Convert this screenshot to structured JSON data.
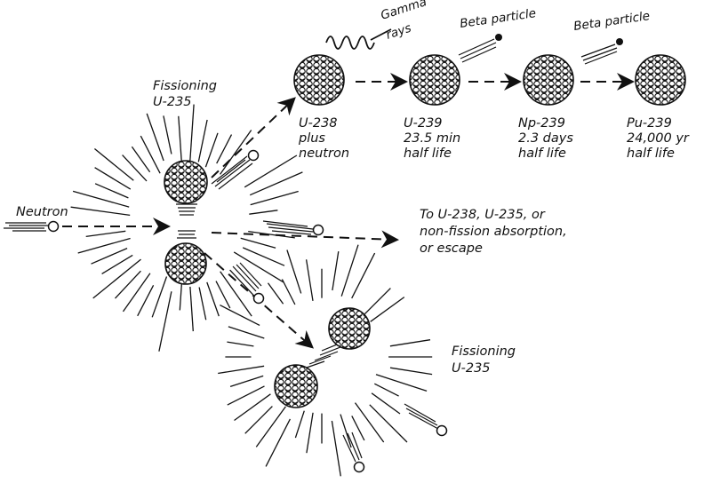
{
  "labels": {
    "neutron": "Neutron",
    "fissioning_top_line1": "Fissioning",
    "fissioning_top_line2": "U-235",
    "gamma_line1": "Gamma",
    "gamma_line2": "rays",
    "beta1": "Beta particle",
    "beta2": "Beta particle",
    "u238_line1": "U-238",
    "u238_line2": "plus",
    "u238_line3": "neutron",
    "u239_line1": "U-239",
    "u239_line2": "23.5 min",
    "u239_line3": "half life",
    "np239_line1": "Np-239",
    "np239_line2": "2.3 days",
    "np239_line3": "half life",
    "pu239_line1": "Pu-239",
    "pu239_line2": "24,000 yr",
    "pu239_line3": "half life",
    "to_line1": "To U-238, U-235, or",
    "to_line2": "non-fission absorption,",
    "to_line3": "or escape",
    "fissioning_bottom_line1": "Fissioning",
    "fissioning_bottom_line2": "U-235"
  },
  "colors": {
    "ink": "#111111",
    "paper": "#ffffff"
  }
}
